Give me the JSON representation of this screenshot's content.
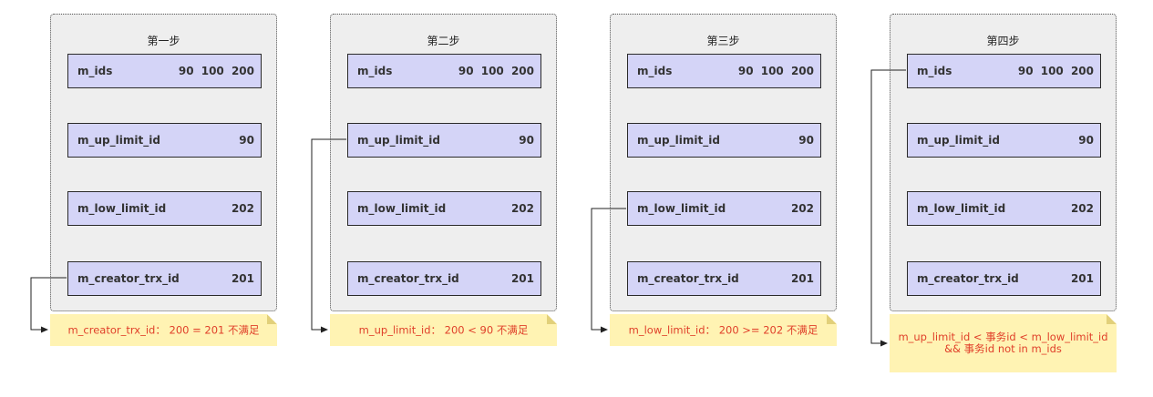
{
  "steps": [
    {
      "title": "第一步",
      "fields": [
        {
          "name": "m_ids",
          "value": "90 100 200"
        },
        {
          "name": "m_up_limit_id",
          "value": "90"
        },
        {
          "name": "m_low_limit_id",
          "value": "202"
        },
        {
          "name": "m_creator_trx_id",
          "value": "201"
        }
      ],
      "note": "m_creator_trx_id： 200 = 201 不满足"
    },
    {
      "title": "第二步",
      "fields": [
        {
          "name": "m_ids",
          "value": "90 100 200"
        },
        {
          "name": "m_up_limit_id",
          "value": "90"
        },
        {
          "name": "m_low_limit_id",
          "value": "202"
        },
        {
          "name": "m_creator_trx_id",
          "value": "201"
        }
      ],
      "note": "m_up_limit_id： 200 < 90 不满足"
    },
    {
      "title": "第三步",
      "fields": [
        {
          "name": "m_ids",
          "value": "90 100 200"
        },
        {
          "name": "m_up_limit_id",
          "value": "90"
        },
        {
          "name": "m_low_limit_id",
          "value": "202"
        },
        {
          "name": "m_creator_trx_id",
          "value": "201"
        }
      ],
      "note": "m_low_limit_id： 200 >= 202 不满足"
    },
    {
      "title": "第四步",
      "fields": [
        {
          "name": "m_ids",
          "value": "90 100 200"
        },
        {
          "name": "m_up_limit_id",
          "value": "90"
        },
        {
          "name": "m_low_limit_id",
          "value": "202"
        },
        {
          "name": "m_creator_trx_id",
          "value": "201"
        }
      ],
      "note": "m_up_limit_id < 事务id < m_low_limit_id\n&& 事务id not in m_ids"
    }
  ],
  "colors": {
    "panel_bg": "#eeeeee",
    "field_bg": "#d4d4f7",
    "note_bg": "#fff3b3",
    "note_text": "#e0402a",
    "connector": "#222222"
  }
}
